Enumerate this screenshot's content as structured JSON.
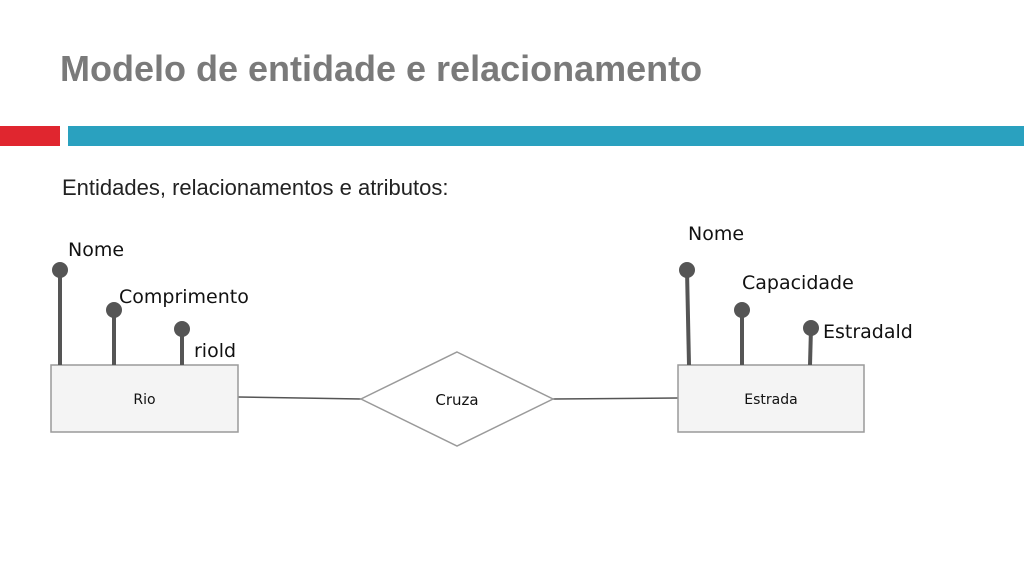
{
  "slide": {
    "title": "Modelo de entidade e relacionamento",
    "subtitle": "Entidades, relacionamentos e atributos:"
  },
  "colors": {
    "accent_red": "#e0262f",
    "accent_blue": "#2aa1bf",
    "entity_fill": "#f4f4f4",
    "entity_stroke": "#9a9a9a",
    "attribute": "#555555",
    "line": "#555555"
  },
  "diagram": {
    "entities": [
      {
        "id": "rio",
        "label": "Rio"
      },
      {
        "id": "estrada",
        "label": "Estrada"
      }
    ],
    "relationship": {
      "label": "Cruza",
      "connects": [
        "Rio",
        "Estrada"
      ]
    },
    "attributes": {
      "rio": [
        "Nome",
        "Comprimento",
        "riold"
      ],
      "estrada": [
        "Nome",
        "Capacidade",
        "Estradald"
      ]
    }
  }
}
